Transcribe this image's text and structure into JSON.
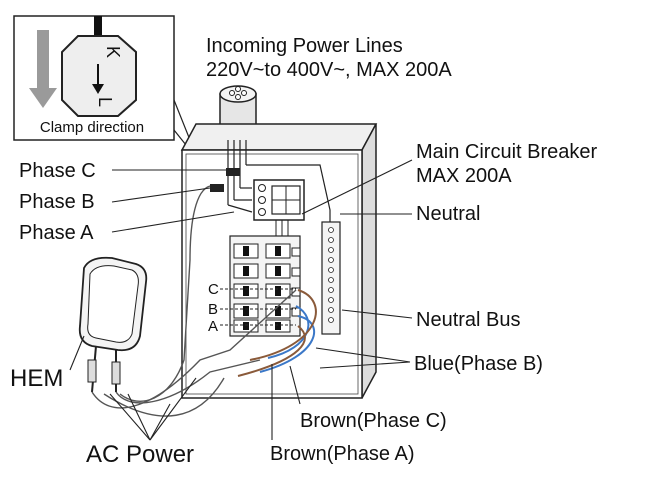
{
  "inset": {
    "caption": "Clamp direction",
    "clamp_letter_top": "K",
    "clamp_letter_bottom": "L"
  },
  "labels": {
    "incoming_title": "Incoming Power Lines",
    "incoming_spec": "220V~to 400V~, MAX 200A",
    "breaker_title": "Main Circuit Breaker",
    "breaker_spec": "MAX 200A",
    "neutral": "Neutral",
    "neutral_bus": "Neutral Bus",
    "phase_c": "Phase C",
    "phase_b": "Phase B",
    "phase_a": "Phase A",
    "hem": "HEM",
    "ac_power": "AC Power",
    "blue_phase_b": "Blue(Phase B)",
    "brown_phase_c": "Brown(Phase C)",
    "brown_phase_a": "Brown(Phase A)",
    "terminal_c": "C",
    "terminal_b": "B",
    "terminal_a": "A"
  },
  "colors": {
    "blue_wire": "#3b78c8",
    "brown_wire": "#8a5a3a",
    "line": "#222222",
    "fill_gray": "#e6e6e6"
  }
}
